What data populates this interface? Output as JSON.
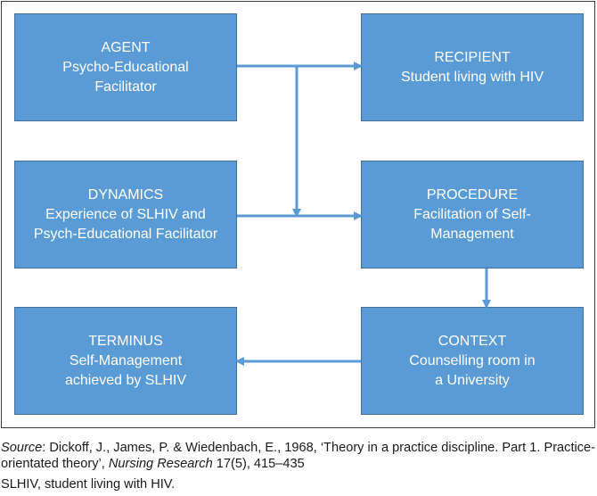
{
  "boxes": {
    "agent": {
      "heading": "AGENT",
      "lines": [
        "Psycho-Educational",
        "Facilitator"
      ]
    },
    "recipient": {
      "heading": "RECIPIENT",
      "lines": [
        "Student living with HIV"
      ]
    },
    "dynamics": {
      "heading": "DYNAMICS",
      "lines": [
        "Experience of SLHIV and",
        "Psych-Educational Facilitator"
      ]
    },
    "procedure": {
      "heading": "PROCEDURE",
      "lines": [
        "Facilitation of Self-",
        "Management"
      ]
    },
    "terminus": {
      "heading": "TERMINUS",
      "lines": [
        "Self-Management",
        "achieved by  SLHIV"
      ]
    },
    "context": {
      "heading": "CONTEXT",
      "lines": [
        "Counselling room in",
        "a University"
      ]
    }
  },
  "colors": {
    "box_fill": "#5b9bd5",
    "box_border": "#41719c",
    "arrow": "#5b9bd5"
  },
  "source": {
    "label": "Source",
    "text1": ": Dickoff, J., James, P. & Wiedenbach, E., 1968, ‘Theory in a practice discipline. Part 1. Practice-orientated theory’, ",
    "journal": "Nursing Research",
    "text2": " 17(5), 415–435"
  },
  "abbreviation": "SLHIV, student living with HIV."
}
